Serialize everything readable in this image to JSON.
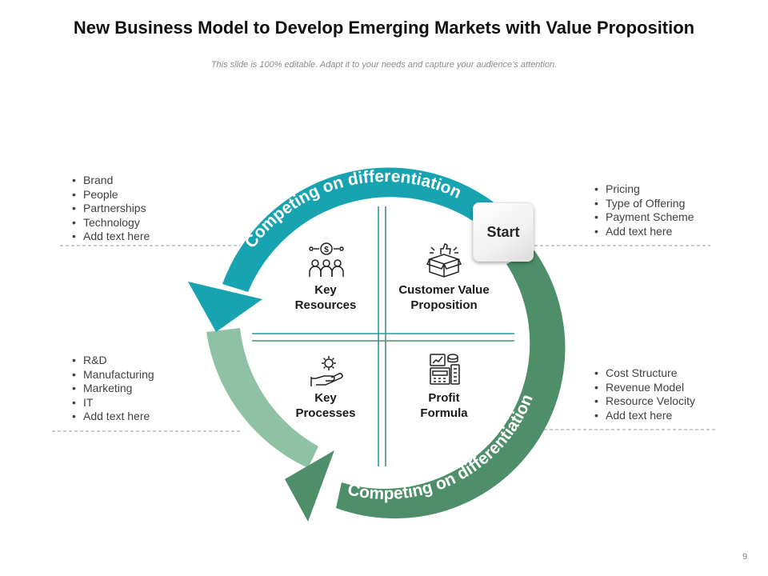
{
  "title": "New Business Model to Develop Emerging Markets with Value Proposition",
  "subtitle": "This slide is 100% editable. Adapt it to your needs and capture your audience’s attention.",
  "arc_labels": {
    "top": "Competing on differentiation",
    "bottom": "Competing on differentiation"
  },
  "start_label": "Start",
  "quadrants": {
    "key_resources": {
      "line1": "Key",
      "line2": "Resources",
      "icon": "team-money-icon"
    },
    "customer_value": {
      "line1": "Customer Value",
      "line2": "Proposition",
      "icon": "box-thumbs-up-icon"
    },
    "key_processes": {
      "line1": "Key",
      "line2": "Processes",
      "icon": "hand-gear-icon"
    },
    "profit_formula": {
      "line1": "Profit",
      "line2": "Formula",
      "icon": "calculator-chart-icon"
    }
  },
  "lists": {
    "top_left": [
      "Brand",
      "People",
      "Partnerships",
      "Technology",
      "Add text here"
    ],
    "top_right": [
      "Pricing",
      "Type of Offering",
      "Payment Scheme",
      "Add text here"
    ],
    "bottom_left": [
      "R&D",
      "Manufacturing",
      "Marketing",
      "IT",
      "Add text here"
    ],
    "bottom_right": [
      "Cost Structure",
      "Revenue Model",
      "Resource Velocity",
      "Add text here"
    ]
  },
  "colors": {
    "teal": "#17A3B0",
    "dark_green": "#4E8F6A",
    "light_green": "#8FC1A4",
    "divider": "#2B9AA6"
  },
  "page_number": "9"
}
